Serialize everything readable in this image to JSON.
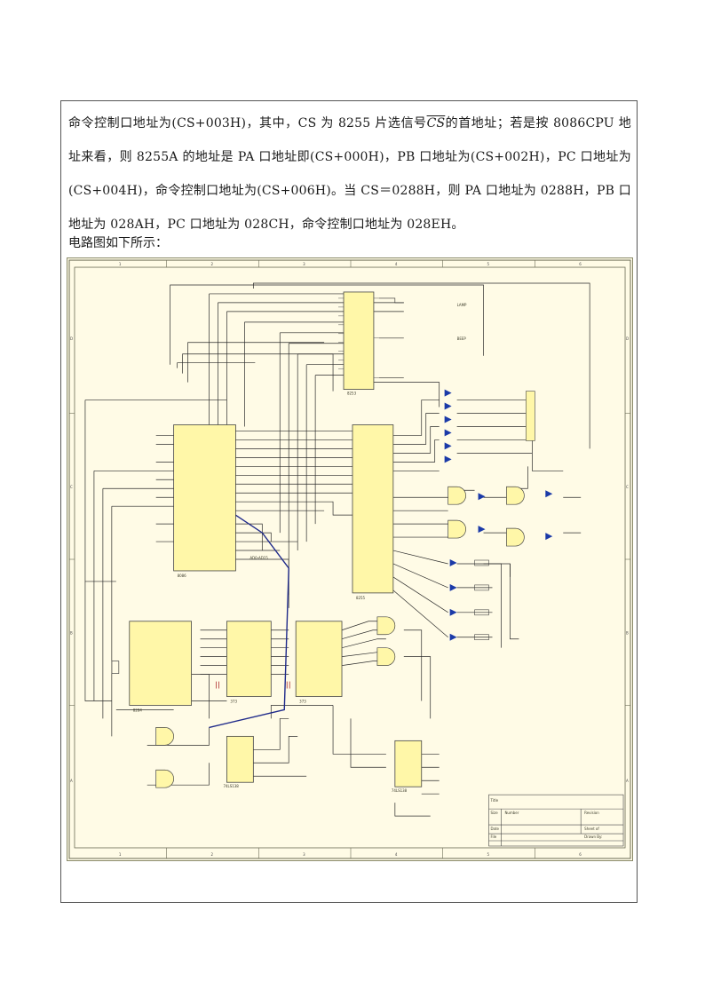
{
  "document": {
    "paragraph": {
      "seg1": "命令控制口地址为(CS+003H)，其中，CS 为 8255 片选信号",
      "overline_text": "CS",
      "seg2": "的首地址；若是按 8086CPU 地址来看，则 8255A 的地址是 PA 口地址即(CS+000H)，PB 口地址为(CS+002H)，PC 口地址为(CS+004H)，命令控制口地址为(CS+006H)。当 CS＝0288H，则 PA 口地址为 0288H，PB 口地址为 028AH，PC 口地址为 028CH，命令控制口地址为 028EH。"
    },
    "caption": "电路图如下所示："
  },
  "schematic": {
    "colors": {
      "background": "#fffbe6",
      "wire": "#2b2b2b",
      "highlight_wire": "#1f2a8a",
      "led": "#1b3aa8",
      "chip_fill": "#fff7a8"
    },
    "border_letters_left": [
      "D",
      "C",
      "B",
      "A"
    ],
    "border_letters_right": [
      "D",
      "C",
      "B",
      "A"
    ],
    "border_numbers_top": [
      "1",
      "2",
      "3",
      "4",
      "5",
      "6"
    ],
    "border_numbers_bottom": [
      "1",
      "2",
      "3",
      "4",
      "5",
      "6"
    ],
    "chip_labels": {
      "top_center": "8253",
      "cpu": "8086",
      "ppi": "8255",
      "clock": "8284",
      "latch1": "373",
      "latch2": "373",
      "decoder1": "74LS138",
      "decoder2": "74LS138"
    },
    "net_labels": {
      "out1": "LAMP",
      "out2": "BEEP",
      "bus": "AD0-AD15"
    },
    "title_block": {
      "title": "Title",
      "size": "Size",
      "number": "Number",
      "revision": "Revision",
      "date": "Date",
      "file": "File",
      "sheet": "Sheet of",
      "drawn_by": "Drawn By:"
    }
  }
}
